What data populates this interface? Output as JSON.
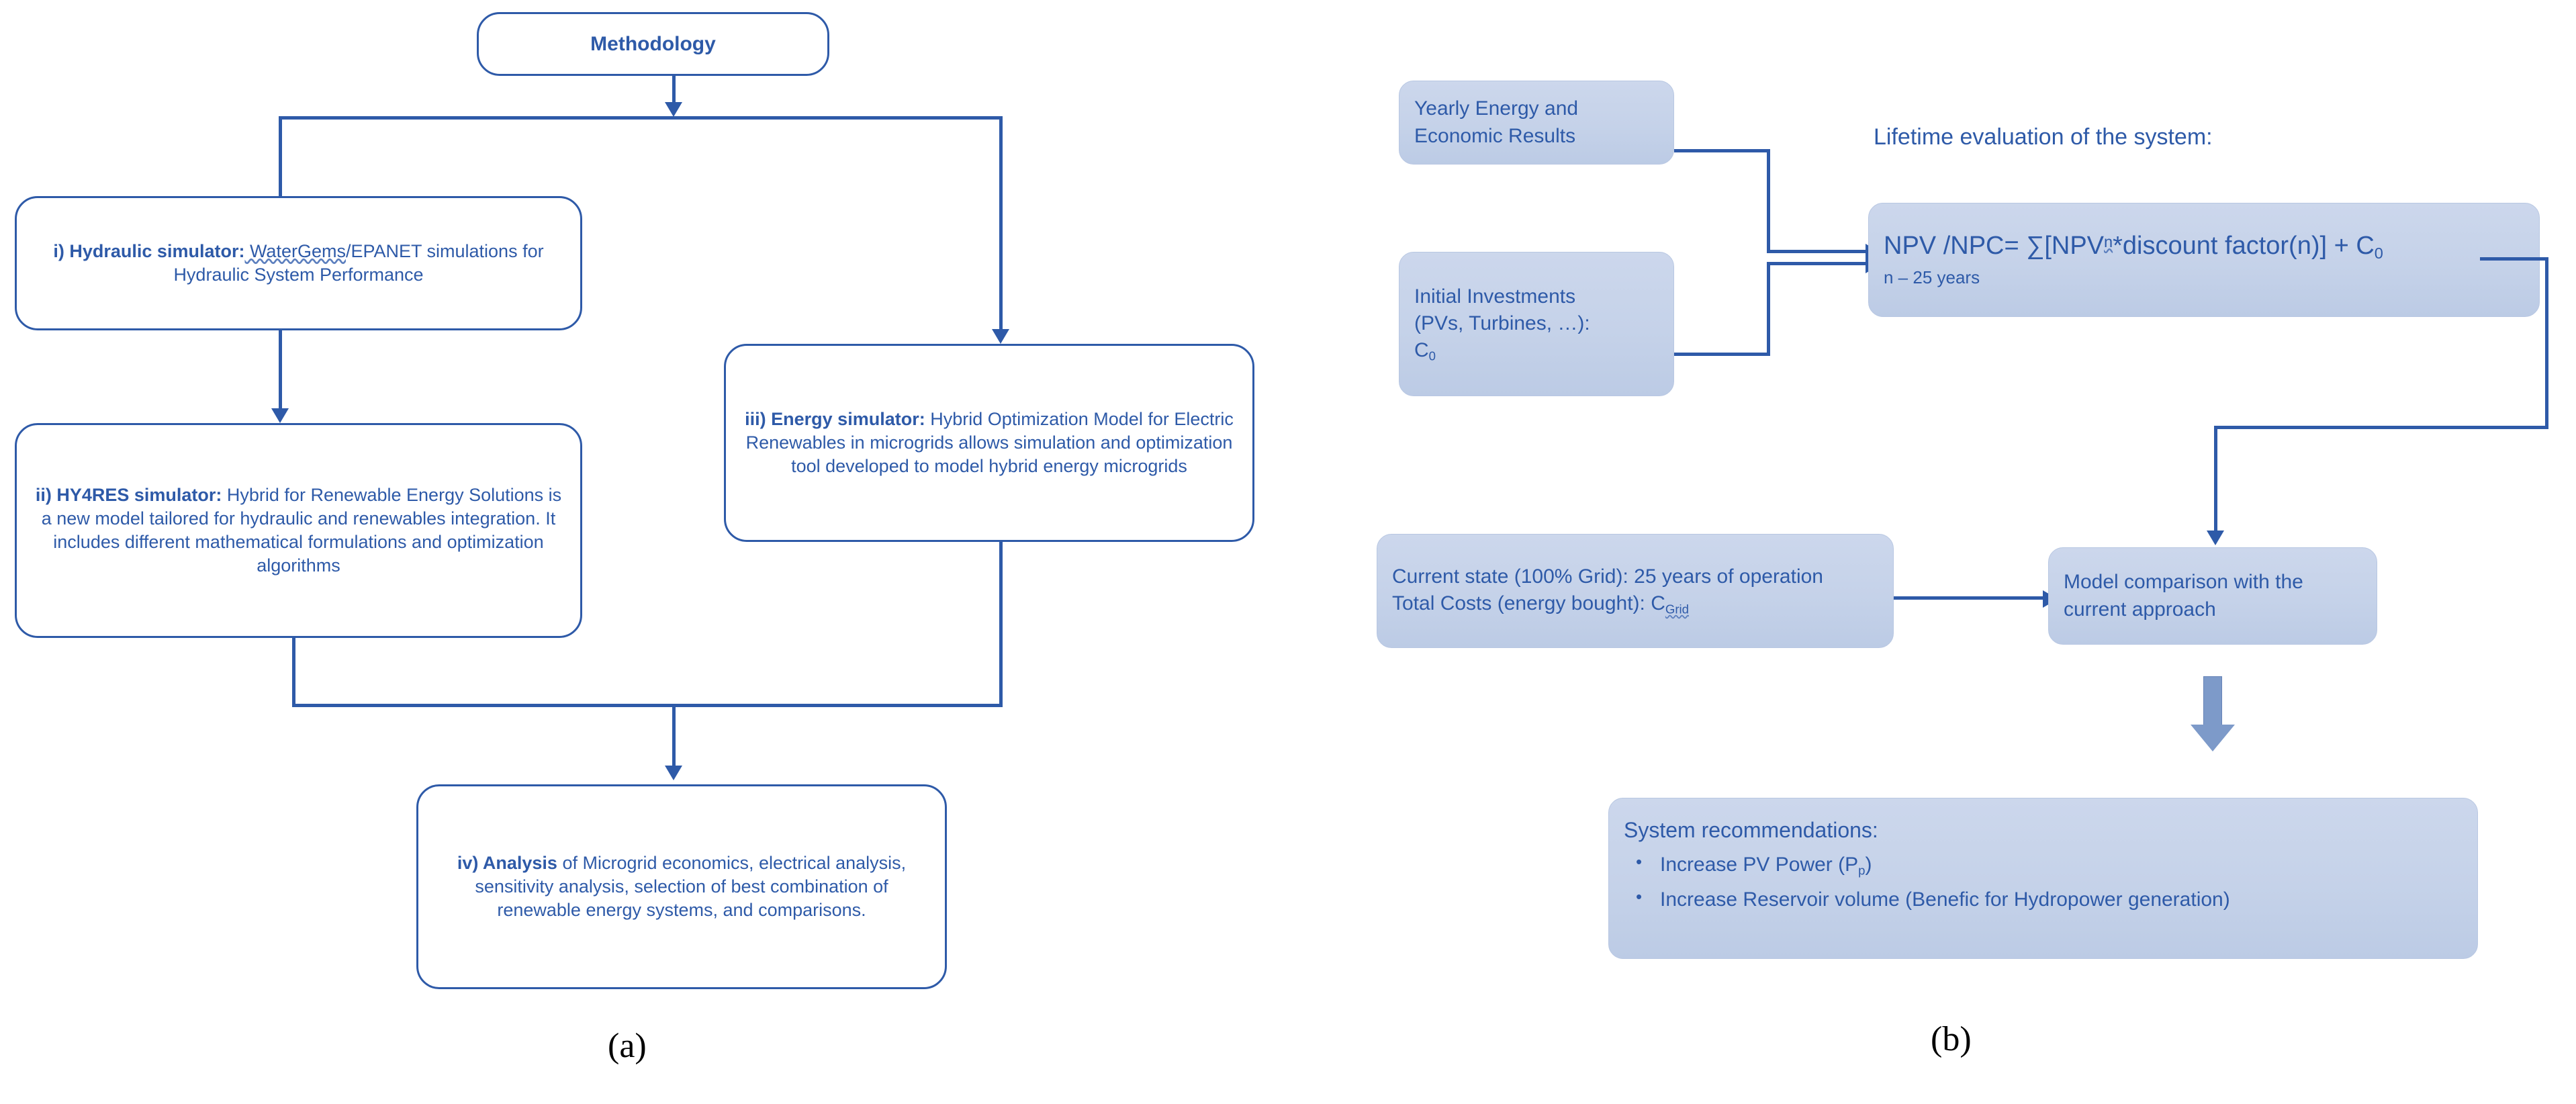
{
  "panel_a": {
    "caption": "(a)",
    "title_box": {
      "label": "Methodology"
    },
    "nodes": [
      {
        "id": "hydraulic-simulator",
        "bold_lead": "i) Hydraulic simulator:",
        "rest_1": " WaterGems",
        "rest_2": "/EPANET simulations for Hydraulic System Performance"
      },
      {
        "id": "hy4res-simulator",
        "bold_lead": "ii) HY4RES simulator:",
        "rest_1": " Hybrid for Renewable Energy Solutions is a new model tailored for hydraulic and renewables integration. It includes different mathematical formulations and optimization algorithms",
        "rest_2": ""
      },
      {
        "id": "energy-simulator",
        "bold_lead": "iii) Energy simulator:",
        "rest_1": " Hybrid Optimization Model for Electric Renewables in microgrids allows simulation and optimization tool developed to model hybrid energy microgrids",
        "rest_2": ""
      },
      {
        "id": "analysis",
        "bold_lead": "iv) Analysis",
        "rest_1": " of Microgrid economics, electrical analysis, sensitivity analysis, selection of best combination of renewable energy systems, and comparisons.",
        "rest_2": ""
      }
    ]
  },
  "panel_b": {
    "caption": "(b)",
    "heading": "Lifetime evaluation of the system:",
    "yearly_results": "Yearly Energy and Economic Results",
    "initial_investments": {
      "line1": "Initial Investments",
      "line2": "(PVs, Turbines, …):",
      "line3_base": "C",
      "line3_sub": "0"
    },
    "npv": {
      "formula_a": "NPV /NPC= ∑[NPV",
      "formula_sup": "n",
      "formula_b": "*discount factor(n)] + C",
      "formula_sub": "0",
      "note": "n – 25 years"
    },
    "current_state": {
      "line1": "Current state (100% Grid): 25 years of operation",
      "line2_a": "Total Costs (energy bought): C",
      "line2_sub": "Grid"
    },
    "model_comparison": "Model comparison with the current approach",
    "recommendations": {
      "title": "System recommendations:",
      "items": [
        {
          "text_a": "Increase PV Power (P",
          "sub": "p",
          "text_b": ")"
        },
        {
          "text_a": "Increase Reservoir volume (Benefic for Hydropower generation)",
          "sub": "",
          "text_b": ""
        }
      ]
    }
  },
  "colors": {
    "line_blue": "#2E5AA8",
    "text_blue": "#2E5AA8",
    "fill_blue": "#C7D3EA",
    "fat_arrow_blue": "#7D9AC9",
    "background": "#FFFFFF"
  }
}
